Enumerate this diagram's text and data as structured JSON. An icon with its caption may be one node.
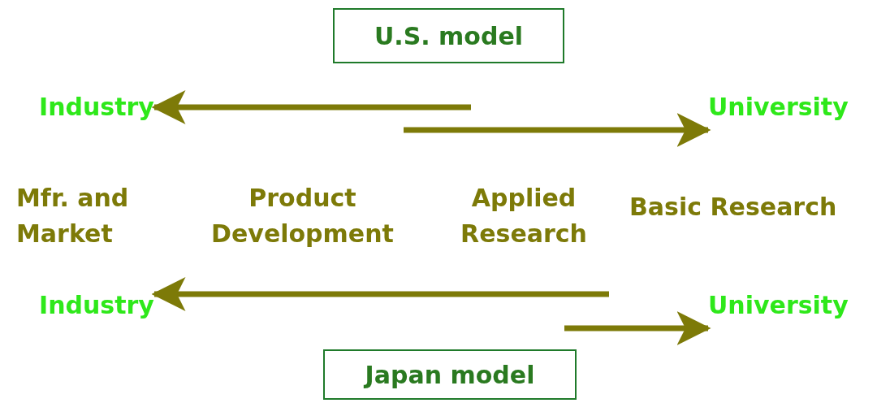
{
  "diagram": {
    "nodes": [
      {
        "text": [
          "U.S. model"
        ]
      },
      {
        "text": [
          "Industry"
        ]
      },
      {
        "text": [
          "University"
        ]
      },
      {
        "text": [
          "Industry"
        ]
      },
      {
        "text": [
          "University"
        ]
      },
      {
        "text": [
          "Japan model"
        ]
      }
    ],
    "edges": [
      {
        "from": null,
        "to": 1,
        "arrow": "to"
      },
      {
        "from": null,
        "to": 2,
        "arrow": "to"
      },
      {
        "from": null,
        "to": 3,
        "arrow": "to"
      },
      {
        "from": null,
        "to": 4,
        "arrow": "to"
      }
    ],
    "labels": [
      "Mfr. and Market",
      "Product Development",
      "Applied Research",
      "Basic Research"
    ]
  }
}
